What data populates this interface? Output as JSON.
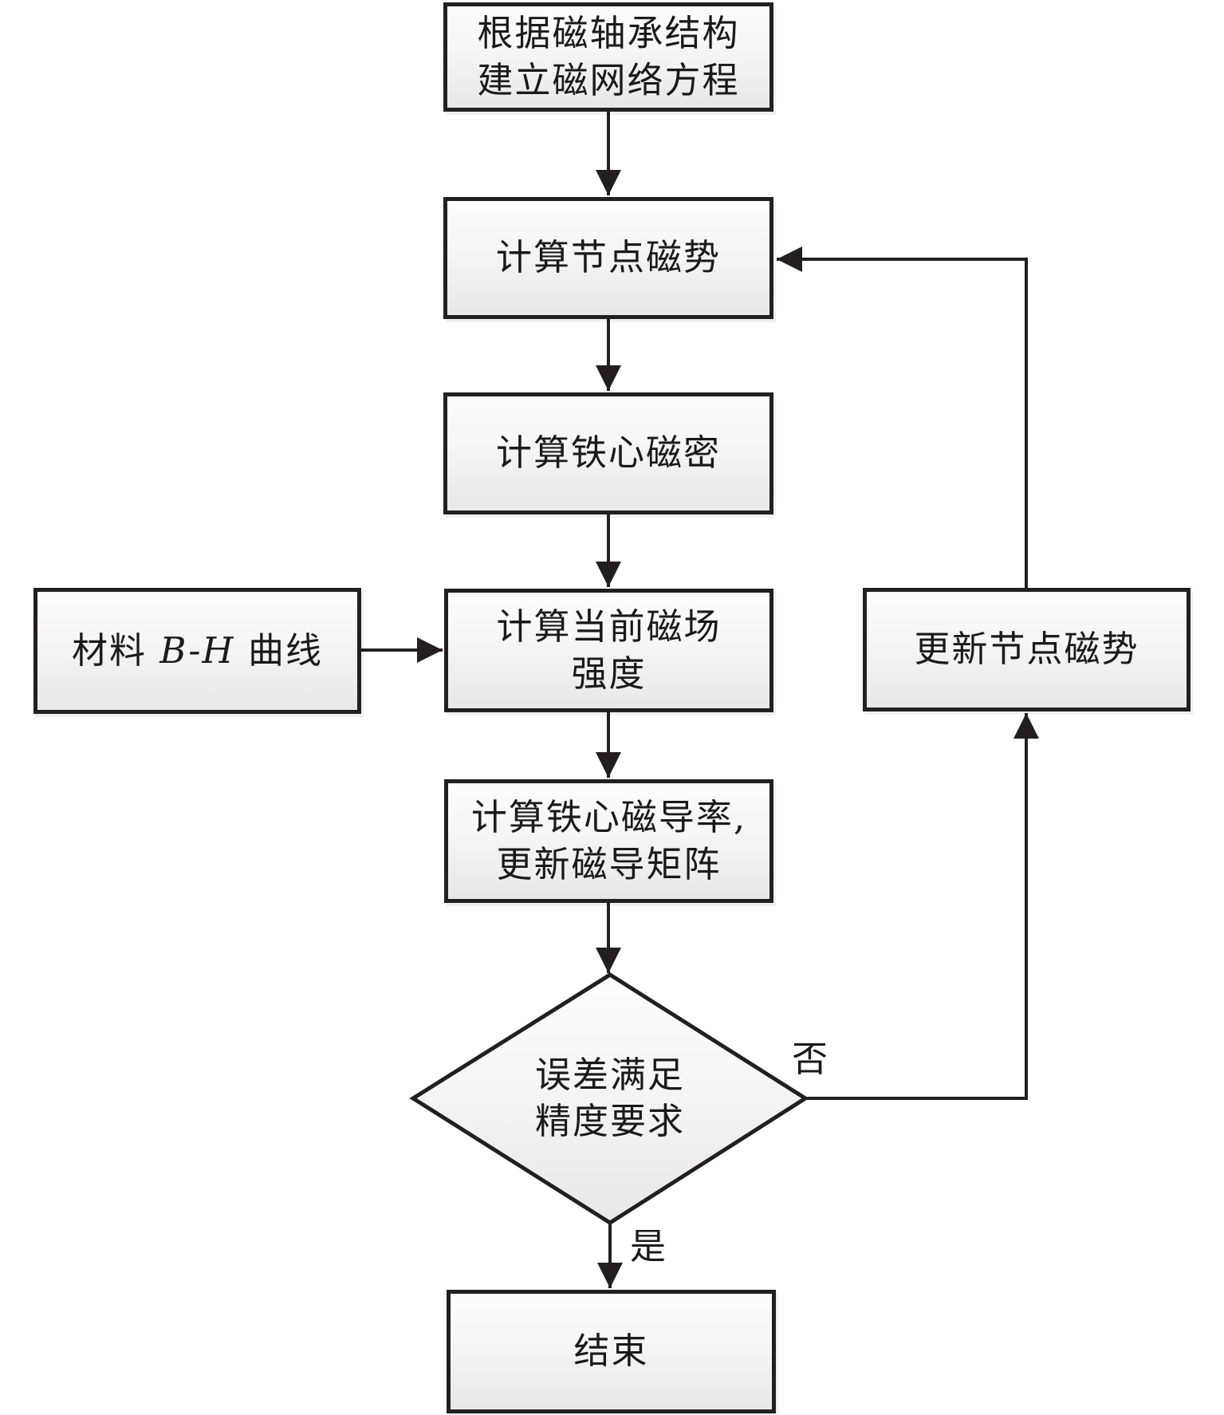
{
  "diagram": {
    "type": "flowchart",
    "nodes": {
      "build_equation": {
        "label": "根据磁轴承结构\n建立磁网络方程"
      },
      "compute_node_mmf": {
        "label": "计算节点磁势"
      },
      "compute_core_flux_density": {
        "label": "计算铁心磁密"
      },
      "compute_field_strength": {
        "label": "计算当前磁场\n强度"
      },
      "compute_permeability": {
        "label": "计算铁心磁导率,\n更新磁导矩阵"
      },
      "material_bh_curve": {
        "prefix": "材料 ",
        "bh": "B-H",
        "suffix": " 曲线"
      },
      "update_node_mmf": {
        "label": "更新节点磁势"
      },
      "decision": {
        "label": "误差满足\n精度要求"
      },
      "end": {
        "label": "结束"
      }
    },
    "edge_labels": {
      "no": "否",
      "yes": "是"
    }
  },
  "colors": {
    "line": "#231f20",
    "box_border": "#231f20",
    "box_fill_top": "#fdfdfd",
    "box_fill_bottom": "#e8e8e8",
    "text": "#1a1a1a"
  }
}
